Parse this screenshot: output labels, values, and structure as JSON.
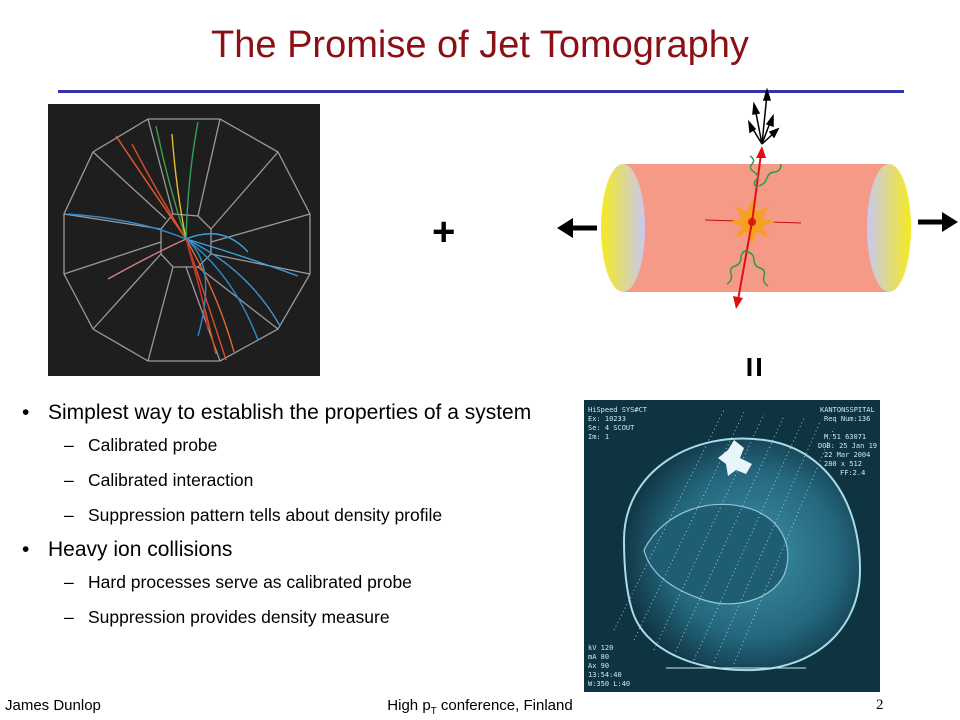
{
  "slide": {
    "title": "The Promise of Jet Tomography",
    "plus": "+",
    "equals": "=",
    "bullets": [
      {
        "text": "Simplest way to establish the properties of a system",
        "subs": [
          "Calibrated probe",
          "Calibrated interaction",
          "Suppression pattern tells about density profile"
        ]
      },
      {
        "text": "Heavy ion collisions",
        "subs": [
          "Hard processes serve as calibrated probe",
          "Suppression provides density measure"
        ]
      }
    ]
  },
  "footer": {
    "author": "James Dunlop",
    "conference_prefix": "High p",
    "conference_sub": "T",
    "conference_suffix": " conference, Finland",
    "page_number": "2"
  },
  "ct_scan": {
    "header_left": [
      "HiSpeed  SYS#CT",
      "Ex: 10233",
      "Se: 4 SCOUT",
      "Im: 1"
    ],
    "header_right": [
      "KANTONSSPITAL",
      "Req Num:136",
      "M 51  63071",
      "DOB: 25 Jan 19",
      "22 Mar 2004",
      "280 x 512",
      "FF:2.4"
    ],
    "footer_left": [
      "kV 120",
      "mA 80",
      "Ax 90",
      "13:54:40",
      "W:350 L:40"
    ]
  },
  "colors": {
    "title": "#8b0f14",
    "rule": "#3333aa",
    "cylinder": "#f59a86",
    "jet": "#e01010",
    "gluon": "#2e9a4a"
  }
}
